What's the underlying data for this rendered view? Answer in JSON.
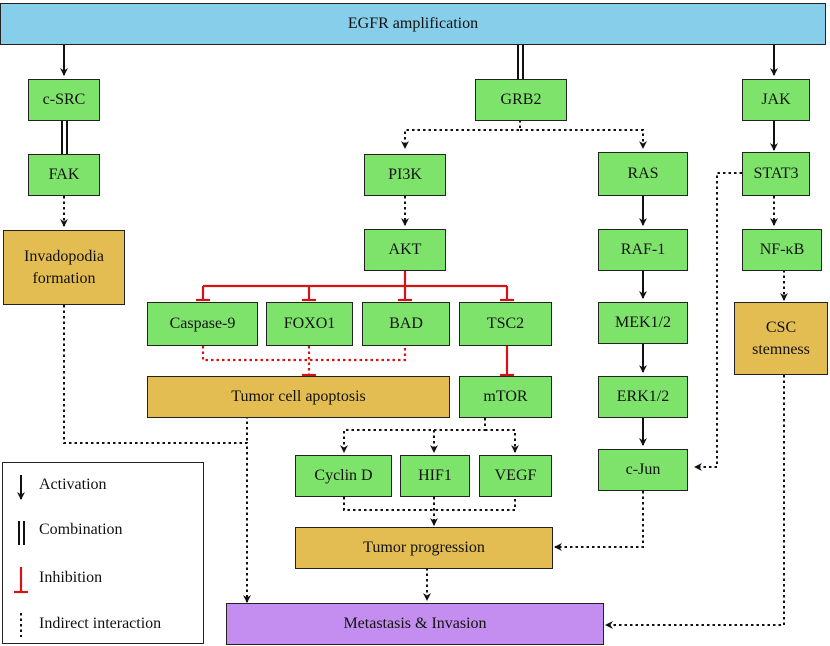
{
  "nodes": {
    "egfr": "EGFR amplification",
    "csrc": "c-SRC",
    "grb2": "GRB2",
    "jak": "JAK",
    "fak": "FAK",
    "pi3k": "PI3K",
    "ras": "RAS",
    "stat3": "STAT3",
    "invadopodia_line1": "Invadopodia",
    "invadopodia_line2": "formation",
    "akt": "AKT",
    "raf1": "RAF-1",
    "nfkb": "NF-κB",
    "caspase9": "Caspase-9",
    "foxo1": "FOXO1",
    "bad": "BAD",
    "tsc2": "TSC2",
    "mek12": "MEK1/2",
    "csc_line1": "CSC",
    "csc_line2": "stemness",
    "apoptosis": "Tumor cell apoptosis",
    "mtor": "mTOR",
    "erk12": "ERK1/2",
    "cyclind": "Cyclin D",
    "hif1": "HIF1",
    "vegf": "VEGF",
    "cjun": "c-Jun",
    "progression": "Tumor progression",
    "metastasis": "Metastasis & Invasion"
  },
  "legend": {
    "activation": "Activation",
    "combination": "Combination",
    "inhibition": "Inhibition",
    "indirect": "Indirect interaction"
  },
  "colors": {
    "top_bar": "#87ceeb",
    "protein": "#7ee36b",
    "outcome": "#e3bd52",
    "final": "#c48ef0",
    "inhibition": "#d21414",
    "edge": "#111111"
  }
}
